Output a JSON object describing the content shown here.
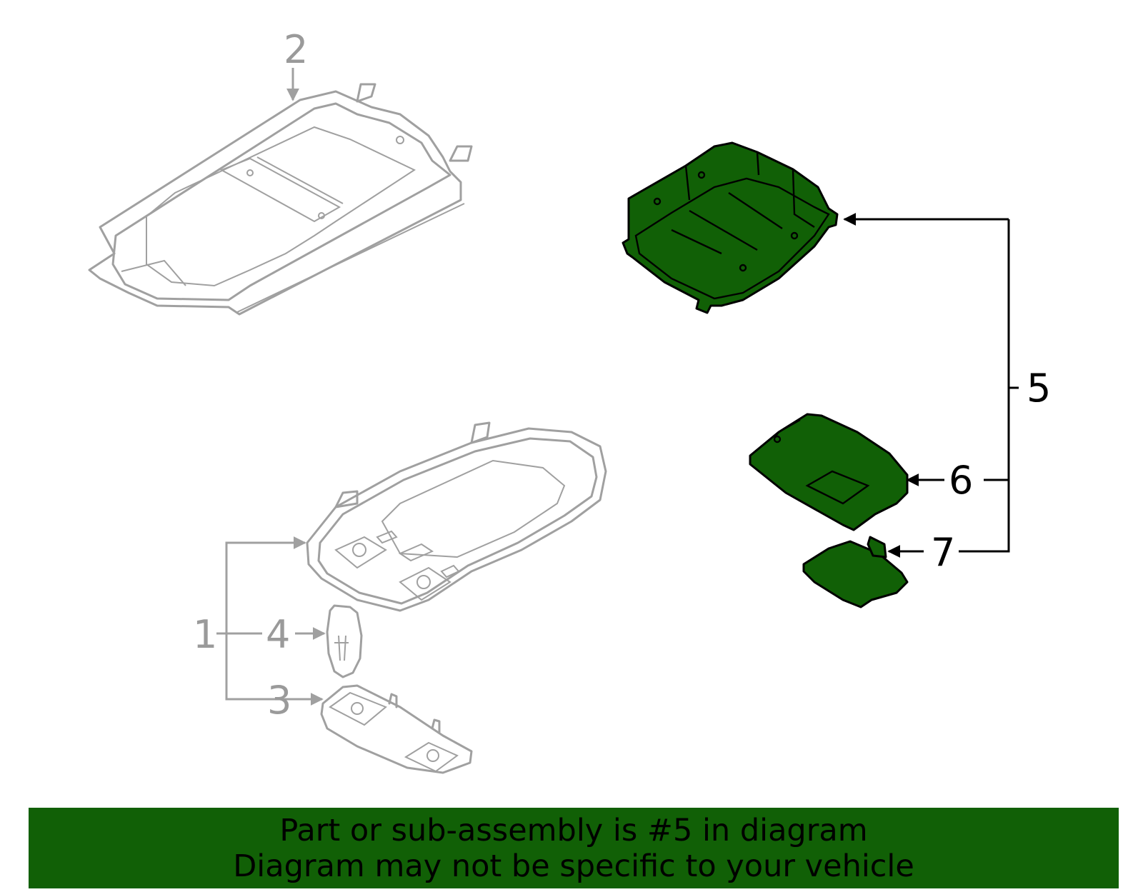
{
  "callouts": {
    "c1": "1",
    "c2": "2",
    "c3": "3",
    "c4": "4",
    "c5": "5",
    "c6": "6",
    "c7": "7"
  },
  "banner": {
    "line1": "Part or sub-assembly is #5 in diagram",
    "line2": "Diagram may not be specific to your vehicle"
  },
  "colors": {
    "highlight": "#116006",
    "inactive_part": "#a0a0a0"
  }
}
